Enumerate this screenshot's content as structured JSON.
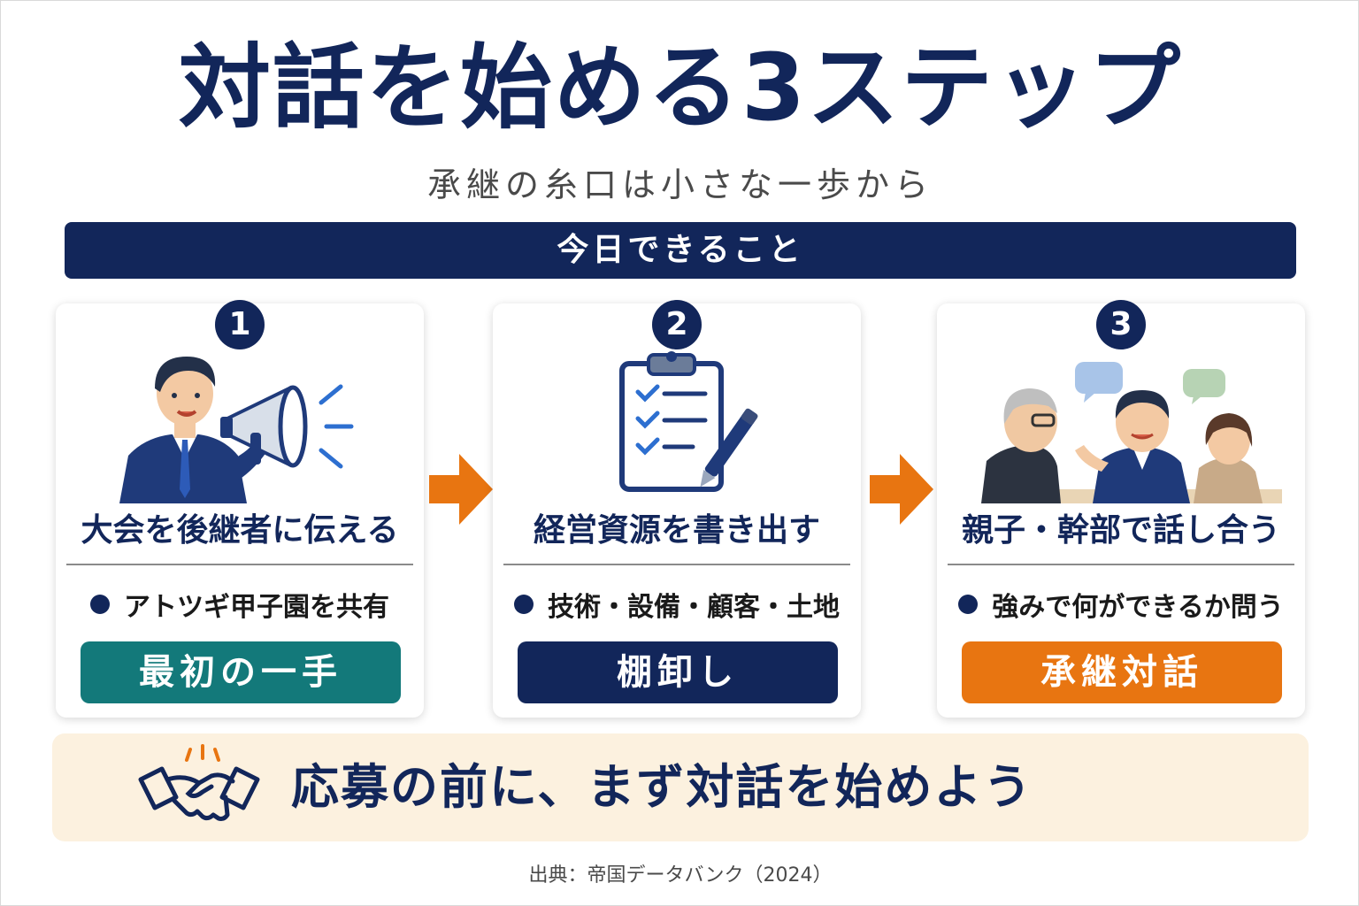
{
  "title": "対話を始める3ステップ",
  "subtitle": "承継の糸口は小さな一歩から",
  "today_label": "今日できること",
  "colors": {
    "navy": "#12265a",
    "teal": "#13797a",
    "orange": "#e87511",
    "cream": "#fcf1df"
  },
  "steps": [
    {
      "number": "1",
      "icon": "megaphone-man-icon",
      "title": "大会を後継者に伝える",
      "bullet": "アトツギ甲子園を共有",
      "badge": "最初の一手",
      "badge_color": "#13797a"
    },
    {
      "number": "2",
      "icon": "clipboard-checklist-icon",
      "title": "経営資源を書き出す",
      "bullet": "技術・設備・顧客・土地",
      "badge": "棚卸し",
      "badge_color": "#12265a"
    },
    {
      "number": "3",
      "icon": "family-conversation-icon",
      "title": "親子・幹部で話し合う",
      "bullet": "強みで何ができるか問う",
      "badge": "承継対話",
      "badge_color": "#e87511"
    }
  ],
  "cta": {
    "icon": "handshake-icon",
    "text": "応募の前に、まず対話を始めよう"
  },
  "source": "出典：帝国データバンク（2024）"
}
